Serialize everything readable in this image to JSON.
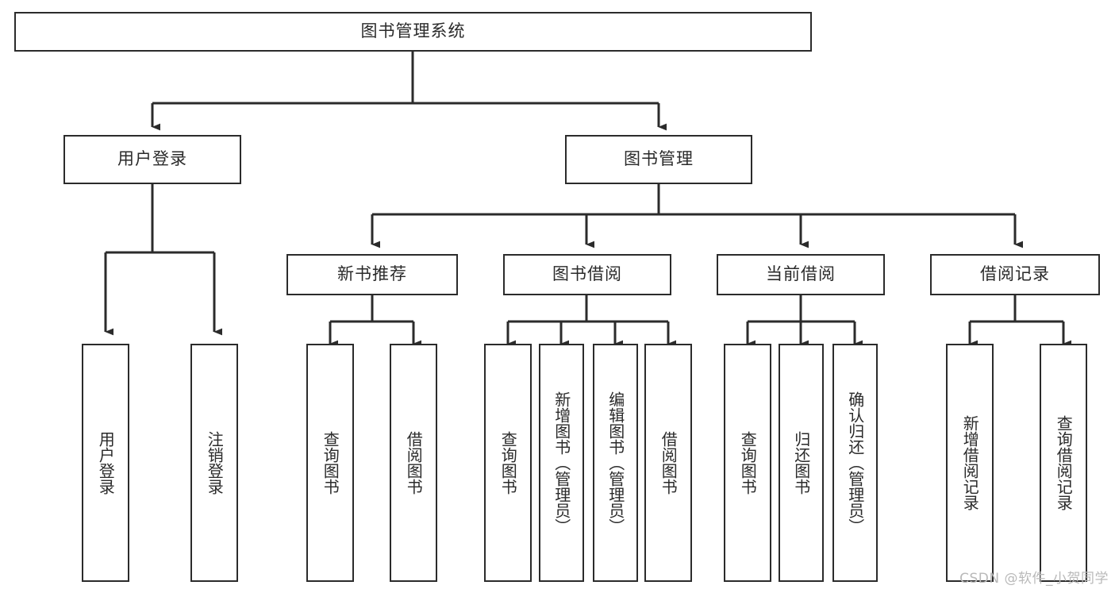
{
  "diagram": {
    "type": "tree",
    "title": "图书管理系统",
    "orientation": "top-down",
    "watermark": "CSDN @软件_小贺同学",
    "colors": {
      "box_border": "#2b2b2b",
      "box_fill": "#ffffff",
      "connector": "#2b2b2b",
      "text": "#2a2a2a",
      "watermark": "#b9b9b9",
      "background": "#ffffff"
    },
    "nodes": {
      "root": {
        "label": "图书管理系统"
      },
      "level2": [
        {
          "id": "user-login",
          "label": "用户登录"
        },
        {
          "id": "book-manage",
          "label": "图书管理"
        }
      ],
      "level3": [
        {
          "id": "new-book-recommend",
          "label": "新书推荐"
        },
        {
          "id": "book-borrow",
          "label": "图书借阅"
        },
        {
          "id": "current-borrow",
          "label": "当前借阅"
        },
        {
          "id": "borrow-record",
          "label": "借阅记录"
        }
      ],
      "leaves": {
        "user_login": [
          {
            "id": "leaf-user-login",
            "label": "用户登录"
          },
          {
            "id": "leaf-logout-login",
            "label": "注销登录"
          }
        ],
        "new_book_recommend": [
          {
            "id": "leaf-query-book-1",
            "label": "查询图书"
          },
          {
            "id": "leaf-borrow-book-1",
            "label": "借阅图书"
          }
        ],
        "book_borrow": [
          {
            "id": "leaf-query-book-2",
            "label": "查询图书"
          },
          {
            "id": "leaf-add-book",
            "label": "新增图书（管理员）"
          },
          {
            "id": "leaf-edit-book",
            "label": "编辑图书（管理员）"
          },
          {
            "id": "leaf-borrow-book-2",
            "label": "借阅图书"
          }
        ],
        "current_borrow": [
          {
            "id": "leaf-query-book-3",
            "label": "查询图书"
          },
          {
            "id": "leaf-return-book",
            "label": "归还图书"
          },
          {
            "id": "leaf-confirm-return",
            "label": "确认归还（管理员）"
          }
        ],
        "borrow_record": [
          {
            "id": "leaf-add-record",
            "label": "新增借阅记录"
          },
          {
            "id": "leaf-query-record",
            "label": "查询借阅记录"
          }
        ]
      }
    },
    "edges": [
      {
        "from": "图书管理系统",
        "to": "用户登录"
      },
      {
        "from": "图书管理系统",
        "to": "图书管理"
      },
      {
        "from": "用户登录",
        "to": "用户登录"
      },
      {
        "from": "用户登录",
        "to": "注销登录"
      },
      {
        "from": "图书管理",
        "to": "新书推荐"
      },
      {
        "from": "图书管理",
        "to": "图书借阅"
      },
      {
        "from": "图书管理",
        "to": "当前借阅"
      },
      {
        "from": "图书管理",
        "to": "借阅记录"
      },
      {
        "from": "新书推荐",
        "to": "查询图书"
      },
      {
        "from": "新书推荐",
        "to": "借阅图书"
      },
      {
        "from": "图书借阅",
        "to": "查询图书"
      },
      {
        "from": "图书借阅",
        "to": "新增图书（管理员）"
      },
      {
        "from": "图书借阅",
        "to": "编辑图书（管理员）"
      },
      {
        "from": "图书借阅",
        "to": "借阅图书"
      },
      {
        "from": "当前借阅",
        "to": "查询图书"
      },
      {
        "from": "当前借阅",
        "to": "归还图书"
      },
      {
        "from": "当前借阅",
        "to": "确认归还（管理员）"
      },
      {
        "from": "借阅记录",
        "to": "新增借阅记录"
      },
      {
        "from": "借阅记录",
        "to": "查询借阅记录"
      }
    ]
  }
}
